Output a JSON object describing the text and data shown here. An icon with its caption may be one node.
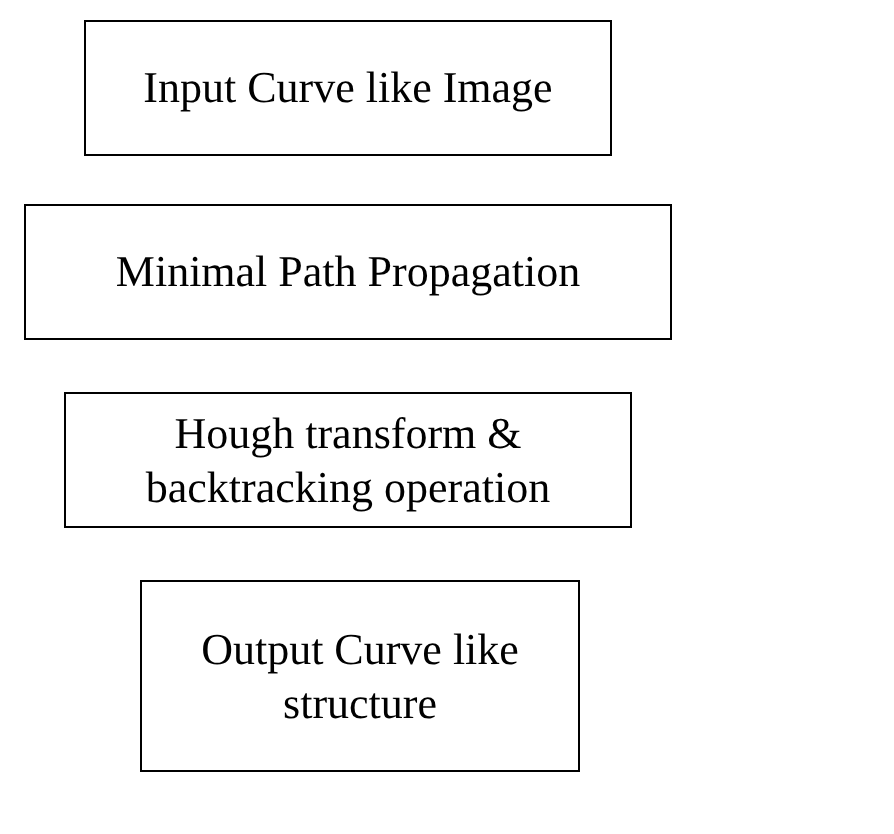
{
  "diagram": {
    "nodes": [
      {
        "text": [
          "Input Curve like Image"
        ]
      },
      {
        "text": [
          "Minimal Path Propagation"
        ]
      },
      {
        "text": [
          "Hough transform & backtracking operation"
        ]
      },
      {
        "text": [
          "Output Curve like structure"
        ]
      }
    ]
  }
}
